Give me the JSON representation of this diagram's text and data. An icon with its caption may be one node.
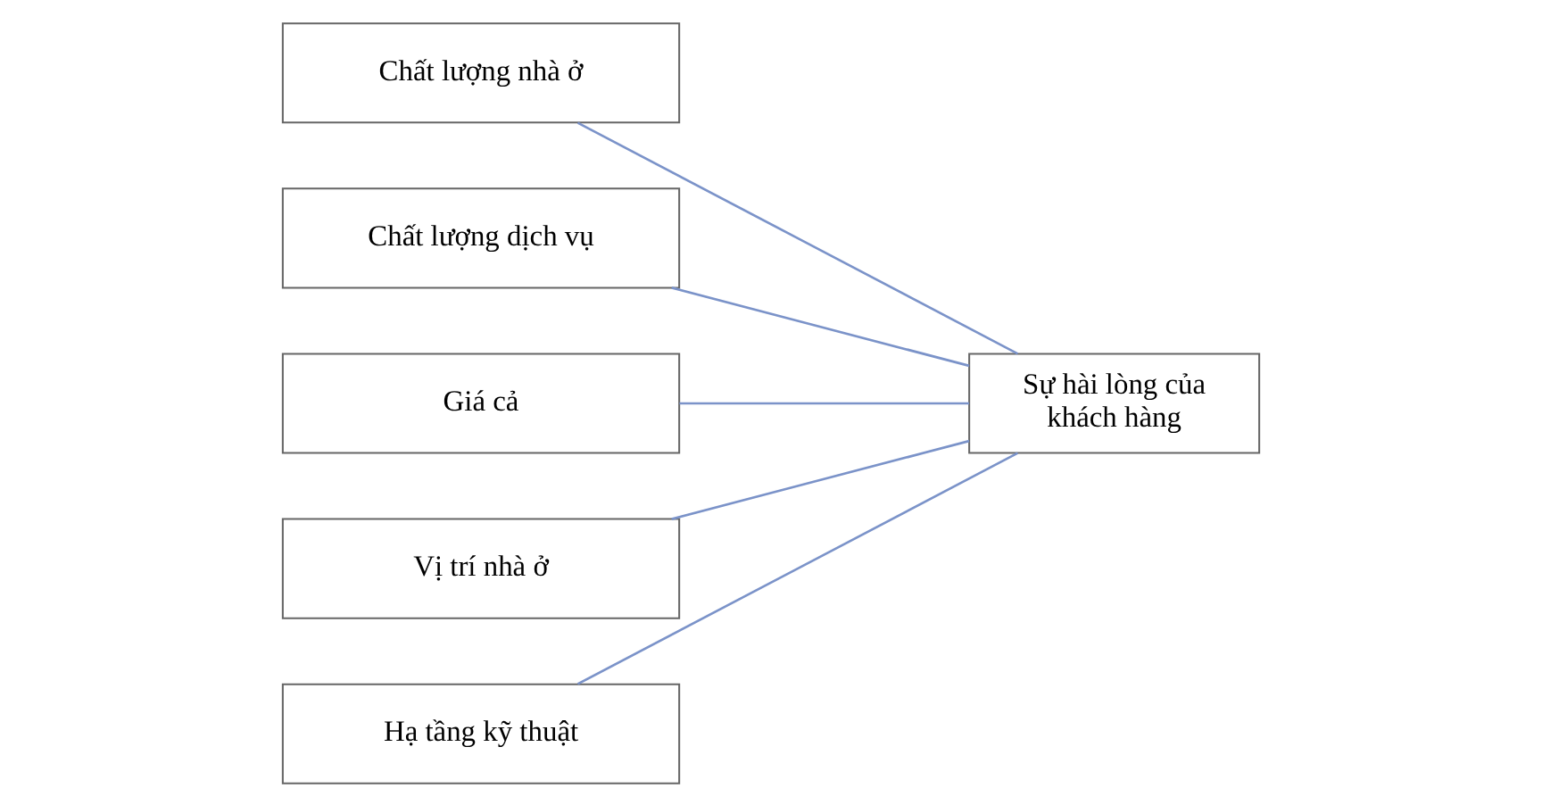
{
  "diagram": {
    "nodes": [
      {
        "text": [
          "Chất lượng nhà ở"
        ]
      },
      {
        "text": [
          "Chất lượng dịch vụ"
        ]
      },
      {
        "text": [
          "Giá cả"
        ]
      },
      {
        "text": [
          "Vị trí nhà ở"
        ]
      },
      {
        "text": [
          "Hạ tầng kỹ thuật"
        ]
      },
      {
        "text": [
          "Sự hài lòng của khách hàng"
        ]
      }
    ],
    "edges": [
      {
        "from": 0,
        "to": 5,
        "arrow": "none"
      },
      {
        "from": 1,
        "to": 5,
        "arrow": "none"
      },
      {
        "from": 2,
        "to": 5,
        "arrow": "none"
      },
      {
        "from": 3,
        "to": 5,
        "arrow": "none"
      },
      {
        "from": 4,
        "to": 5,
        "arrow": "none"
      }
    ]
  }
}
